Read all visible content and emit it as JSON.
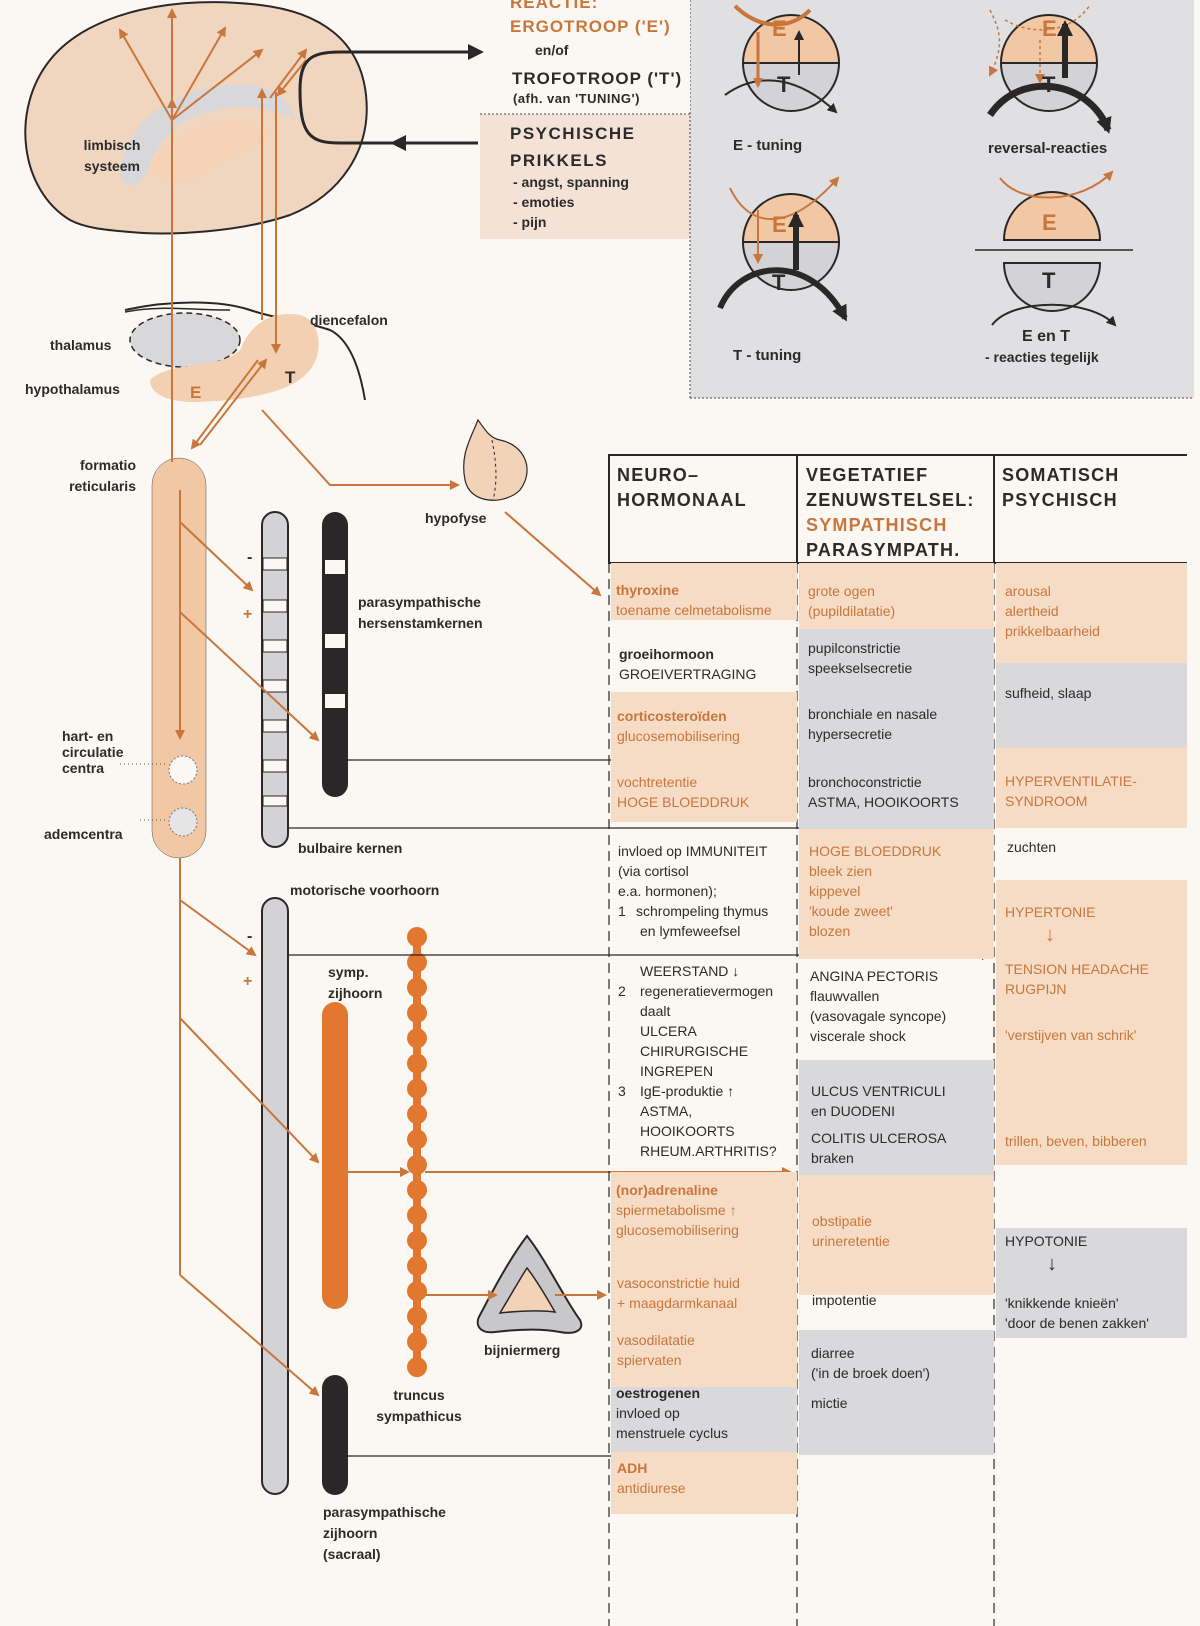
{
  "colors": {
    "orange": "#c8763c",
    "brain": "#f3d9c4",
    "grey": "#d8d8db",
    "dark": "#2a2728",
    "peach": "#f6dcc5"
  },
  "top": {
    "reactie": "REACTIE:",
    "ergotroop": "ERGOTROOP ('E')",
    "enof": "en/of",
    "trofotroop": "TROFOTROOP ('T')",
    "afh": "(afh. van 'TUNING')",
    "psychische1": "PSYCHISCHE",
    "psychische2": "PRIKKELS",
    "pp": [
      "- angst, spanning",
      "- emoties",
      "- pijn"
    ]
  },
  "tuning": {
    "E": "E",
    "T": "T",
    "e_tuning": "E  -  tuning",
    "t_tuning": "T  -  tuning",
    "reversal": "reversal-reacties",
    "en_t": "E en T",
    "tegelijk": "- reacties tegelijk"
  },
  "brain": {
    "limbisch": [
      "limbisch",
      "systeem"
    ],
    "diencefalon": "diencefalon",
    "thalamus": "thalamus",
    "hypothalamus": "hypothalamus",
    "E": "E",
    "T": "T",
    "formatio": [
      "formatio",
      "reticularis"
    ],
    "hypofyse": "hypofyse",
    "hart": [
      "hart- en",
      "circulatie",
      "centra"
    ],
    "adem": "ademcentra",
    "minus": "-",
    "plus": "+",
    "parasymp_hersen": [
      "parasympathische",
      "hersenstamkernen"
    ],
    "bulbaire": "bulbaire kernen",
    "motorische": "motorische voorhoorn",
    "symp": [
      "symp.",
      "zijhoorn"
    ],
    "truncus": [
      "truncus",
      "sympathicus"
    ],
    "bijniermerg": "bijniermerg",
    "parasymp_zij": [
      "parasympathische",
      "zijhoorn",
      "(sacraal)"
    ]
  },
  "table": {
    "headers": {
      "neuro": [
        "NEURO–",
        "HORMONAAL"
      ],
      "veg": [
        "VEGETATIEF",
        "ZENUWSTELSEL:"
      ],
      "symp": "SYMPATHISCH",
      "para": "PARASYMPATH.",
      "som": [
        "SOMATISCH",
        "PSYCHISCH"
      ]
    },
    "neuro": {
      "thyroxine": "thyroxine",
      "toename": "toename celmetabolisme",
      "groei": "groeihormoon",
      "groeivertraging": "GROEIVERTRAGING",
      "cortico": "corticosteroïden",
      "glucose1": "glucosemobilisering",
      "vocht": "vochtretentie",
      "hoge": "HOGE BLOEDDRUK",
      "invloed": [
        "invloed op IMMUNITEIT",
        "(via cortisol",
        "e.a. hormonen);"
      ],
      "n1": "1",
      "schrompeling": "schrompeling thymus",
      "lymf": "en lymfeweefsel",
      "weerstand": "WEERSTAND",
      "n2": "2",
      "regen": "regeneratievermogen",
      "daalt": "daalt",
      "ulcera": [
        "ULCERA",
        "CHIRURGISCHE",
        "INGREPEN"
      ],
      "n3": "3",
      "ige": "IgE-produktie",
      "ige_list": [
        "ASTMA,",
        "HOOIKOORTS",
        "RHEUM.ARTHRITIS?"
      ],
      "noradr": "(nor)adrenaline",
      "spier": "spiermetabolisme",
      "glucose2": "glucosemobilisering",
      "vaso1": [
        "vasoconstrictie huid",
        "+ maagdarmkanaal"
      ],
      "vaso2": [
        "vasodilatatie",
        "spiervaten"
      ],
      "oestro": "oestrogenen",
      "oestro2": [
        "invloed op",
        "menstruele cyclus"
      ],
      "adh": "ADH",
      "anti": "antidiurese"
    },
    "veg": {
      "grote": [
        "grote ogen",
        "(pupildilatatie)"
      ],
      "pupil": [
        "pupilconstrictie",
        "speekselsecretie"
      ],
      "bronch": [
        "bronchiale en nasale",
        "hypersecretie"
      ],
      "bc": [
        "bronchoconstrictie",
        "ASTMA, HOOIKOORTS"
      ],
      "hoge": [
        "HOGE BLOEDDRUK",
        "bleek zien",
        "kippevel",
        "'koude zweet'",
        "blozen"
      ],
      "angina": [
        "ANGINA PECTORIS",
        "flauwvallen",
        "(vasovagale syncope)",
        "viscerale shock"
      ],
      "ulcus": [
        "ULCUS VENTRICULI",
        "en DUODENI"
      ],
      "colitis": [
        "COLITIS ULCEROSA",
        "braken"
      ],
      "obst": [
        "obstipatie",
        "urineretentie"
      ],
      "impot": "impotentie",
      "diarree": [
        "diarree",
        "('in de broek doen')"
      ],
      "mictie": "mictie"
    },
    "som": {
      "arousal": [
        "arousal",
        "alertheid",
        "prikkelbaarheid"
      ],
      "sufheid": "sufheid, slaap",
      "hypervent": [
        "HYPERVENTILATIE-",
        "SYNDROOM"
      ],
      "zuchten": "zuchten",
      "hypertonie": "HYPERTONIE",
      "tension": [
        "TENSION HEADACHE",
        "RUGPIJN"
      ],
      "verstijven": "'verstijven van schrik'",
      "trillen": "trillen, beven, bibberen",
      "hypotonie": "HYPOTONIE",
      "knik": [
        "'knikkende knieën'",
        "'door de benen zakken'"
      ]
    }
  }
}
